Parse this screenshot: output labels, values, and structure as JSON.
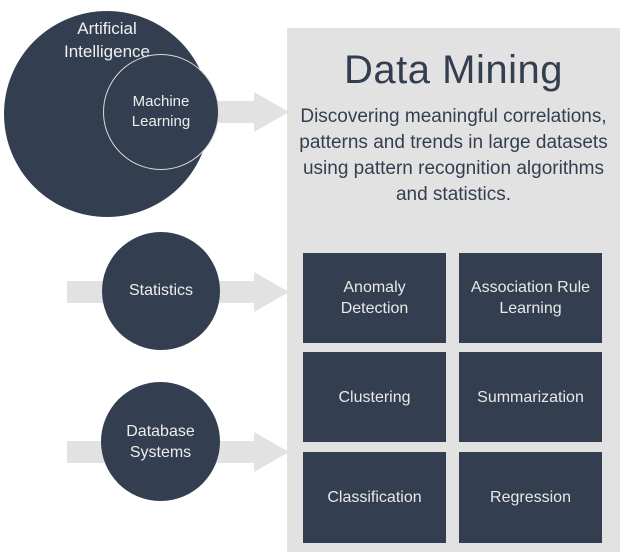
{
  "venn": {
    "ai_label": "Artificial Intelligence",
    "ml_label": "Machine Learning",
    "statistics_label": "Statistics",
    "database_label": "Database Systems"
  },
  "panel": {
    "title": "Data Mining",
    "description": "Discovering meaningful correlations, patterns and trends in large datasets using pattern recognition algorithms and statistics.",
    "boxes": [
      "Anomaly Detection",
      "Association Rule Learning",
      "Clustering",
      "Summarization",
      "Classification",
      "Regression"
    ]
  },
  "colors": {
    "navy": "#333F50",
    "panel_gray": "#E2E2E2",
    "arrow_gray": "#E2E2E2",
    "light_text": "#EDEDED",
    "circle_outline": "#D9D9D9"
  }
}
